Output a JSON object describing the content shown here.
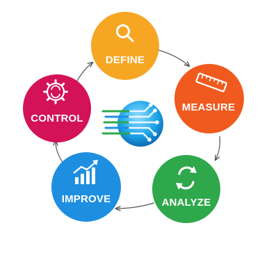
{
  "diagram": {
    "nodes": [
      {
        "id": "define",
        "label": "DEFINE",
        "icon": "magnifier-icon",
        "color": "#F6A623"
      },
      {
        "id": "measure",
        "label": "MEASURE",
        "icon": "ruler-icon",
        "color": "#F05A1E"
      },
      {
        "id": "analyze",
        "label": "ANALYZE",
        "icon": "refresh-icon",
        "color": "#2EA84B"
      },
      {
        "id": "improve",
        "label": "IMPROVE",
        "icon": "bar-chart-icon",
        "color": "#1E8FE0"
      },
      {
        "id": "control",
        "label": "CONTROL",
        "icon": "gear-icon",
        "color": "#D31257"
      }
    ],
    "center": {
      "icon": "data-globe-icon",
      "color": "#1AA3E8"
    },
    "arrow_color": "#555555"
  }
}
